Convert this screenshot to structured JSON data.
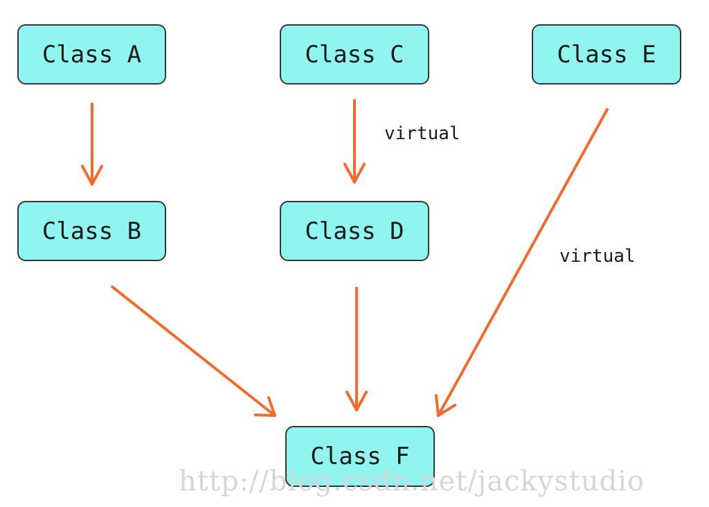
{
  "diagram": {
    "nodes": {
      "a": "Class A",
      "b": "Class B",
      "c": "Class C",
      "d": "Class D",
      "e": "Class E",
      "f": "Class F"
    },
    "edge_labels": {
      "c_to_d": "virtual",
      "e_to_f": "virtual"
    },
    "edges": [
      {
        "from": "Class A",
        "to": "Class B"
      },
      {
        "from": "Class C",
        "to": "Class D",
        "label": "virtual"
      },
      {
        "from": "Class B",
        "to": "Class F"
      },
      {
        "from": "Class D",
        "to": "Class F"
      },
      {
        "from": "Class E",
        "to": "Class F",
        "label": "virtual"
      }
    ],
    "colors": {
      "node_fill": "#8ff5ee",
      "node_border": "#2e3838",
      "arrow": "#f26a2e"
    }
  },
  "watermark": "http://blog.csdn.net/jackystudio"
}
